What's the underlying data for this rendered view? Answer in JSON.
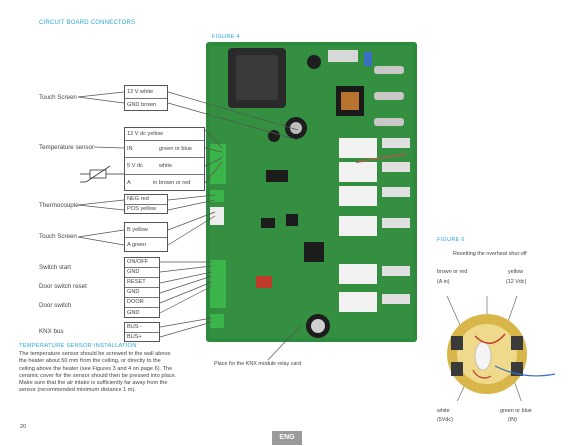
{
  "page": {
    "section_title": "CIRCUIT BOARD CONNECTORS",
    "figure4_label": "FIGURE 4",
    "figure6_label": "FIGURE 6",
    "page_number": "20",
    "language_badge": "ENG",
    "knx_note": "Place for the KNX module relay card"
  },
  "left_labels": {
    "touch_screen_1": "Touch Screen",
    "temperature_sensor": "Temperature sensor",
    "thermocouple": "Thermocouple",
    "touch_screen_2": "Touch Screen",
    "switch_start": "Switch start",
    "door_switch_reset": "Door switch reset",
    "door_switch": "Door switch",
    "knx_bus": "KNX bus"
  },
  "boxes": {
    "touch1": [
      "12 V white",
      "GND brown"
    ],
    "temp_header": "12 V dc yellow",
    "temp": [
      {
        "pin": "IN",
        "color": "green or blue"
      },
      {
        "pin": "5 V dc",
        "color": "white"
      },
      {
        "pin": "A",
        "color": "in brown or red"
      }
    ],
    "thermo": [
      "NEG red",
      "POS yellow"
    ],
    "touch2": [
      "B yellow",
      "A green"
    ],
    "io": [
      "ON/OFF",
      "GND",
      "RESET",
      "GND",
      "DOOR",
      "GND"
    ],
    "knx": [
      "BUS -",
      "BUS+"
    ]
  },
  "temperature_install": {
    "title": "TEMPERATURE SENSOR INSTALLATION",
    "lines": [
      "The temperature sensor should be screwed to the wall above",
      "the heater about 50 mm from the ceiling, or directly to the",
      "ceiling above the heater (see Figures 3 and 4 on page 6). The",
      "ceramic cover for the sensor should then be pressed into place.",
      "Make sure that the air intake is sufficiently far away from the",
      "sensor (recommended minimum distance 1 m)."
    ]
  },
  "figure6": {
    "reset_label": "Resetting the overheat shut-off",
    "brown_label": "brown or red",
    "brown_sub": "(A in)",
    "yellow_label": "yellow",
    "yellow_sub": "(12 Vdc)",
    "white_label": "white",
    "white_sub": "(5Vdc)",
    "green_label": "green or blue",
    "green_sub": "(IN)"
  },
  "colors": {
    "accent": "#2aa8d9",
    "board_green": "#2e8a3c",
    "relay_white": "#f2f2f2",
    "badge_grey": "#9a9a9a"
  }
}
